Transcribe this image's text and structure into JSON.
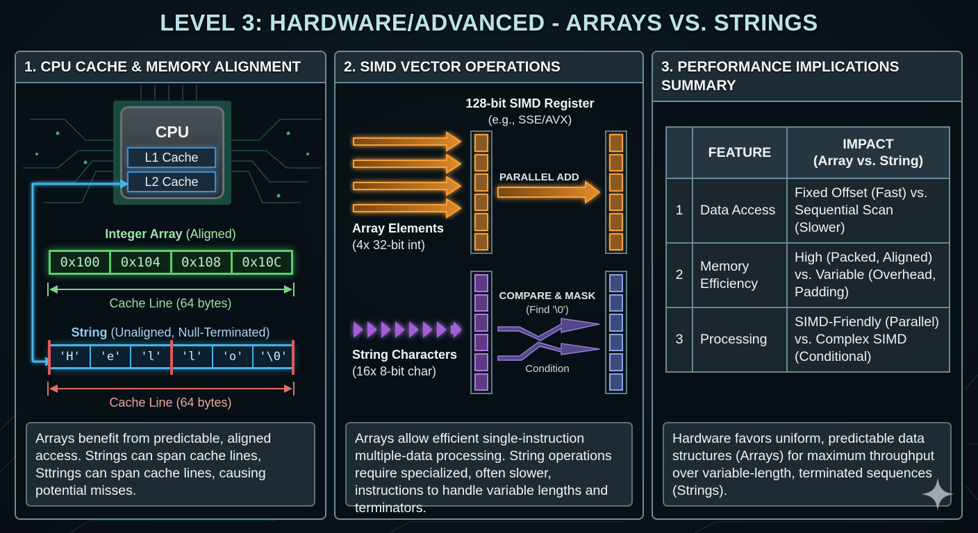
{
  "title": "LEVEL 3: HARDWARE/ADVANCED - ARRAYS VS. STRINGS",
  "panel1": {
    "header": "1. CPU CACHE & MEMORY ALIGNMENT",
    "cpu_label": "CPU",
    "l1_label": "L1 Cache",
    "l2_label": "L2 Cache",
    "int_array": {
      "label_bold": "Integer Array",
      "label_rest": " (Aligned)",
      "cells": [
        "0x100",
        "0x104",
        "0x108",
        "0x10C"
      ],
      "cache_line": "Cache Line (64 bytes)",
      "color": "#58d06a"
    },
    "string": {
      "label_bold": "String",
      "label_rest": " (Unaligned, Null-Terminated)",
      "cells": [
        "'H'",
        "'e'",
        "'l'",
        "'l'",
        "'o'",
        "'\\0'"
      ],
      "cache_line": "Cache Line (64 bytes)",
      "color": "#43b7ee",
      "boundary_color": "#e0585a"
    },
    "note": "Arrays benefit from predictable, aligned access. Strings can span cache lines, Sttrings can span cache lines, causing potential misses."
  },
  "panel2": {
    "header": "2. SIMD VECTOR OPERATIONS",
    "register_title": "128-bit SIMD Register",
    "register_sub": "(e.g., SSE/AVX)",
    "parallel_add": "PARALLEL ADD",
    "array_label": "Array Elements",
    "array_sub": "(4x 32-bit int)",
    "compare_mask": "COMPARE & MASK",
    "find_null": "(Find '\\0')",
    "condition": "Condition",
    "string_label": "String Characters",
    "string_sub": "(16x 8-bit char)",
    "note": "Arrays allow efficient single-instruction multiple-data processing. String operations require specialized, often slower, instructions to handle variable lengths and terminators.",
    "colors": {
      "array": "#f5a13c",
      "string": "#b27ae6",
      "result": "#8fa3e6"
    }
  },
  "panel3": {
    "header": "3. PERFORMANCE IMPLICATIONS SUMMARY",
    "table": {
      "headers": [
        "",
        "FEATURE",
        "IMPACT\n(Array vs. String)"
      ],
      "header_impact_1": "IMPACT",
      "header_impact_2": "(Array vs. String)",
      "rows": [
        {
          "num": "1",
          "feature": "Data Access",
          "impact": "Fixed Offset (Fast) vs. Sequential Scan (Slower)"
        },
        {
          "num": "2",
          "feature": "Memory Efficiency",
          "impact": "High (Packed, Aligned) vs. Variable (Overhead, Padding)"
        },
        {
          "num": "3",
          "feature": "Processing",
          "impact": "SIMD-Friendly (Parallel) vs. Complex SIMD (Conditional)"
        }
      ]
    },
    "note": "Hardware favors uniform, predictable data structures (Arrays) for maximum throughput over variable-length, terminated sequences (Strings)."
  }
}
